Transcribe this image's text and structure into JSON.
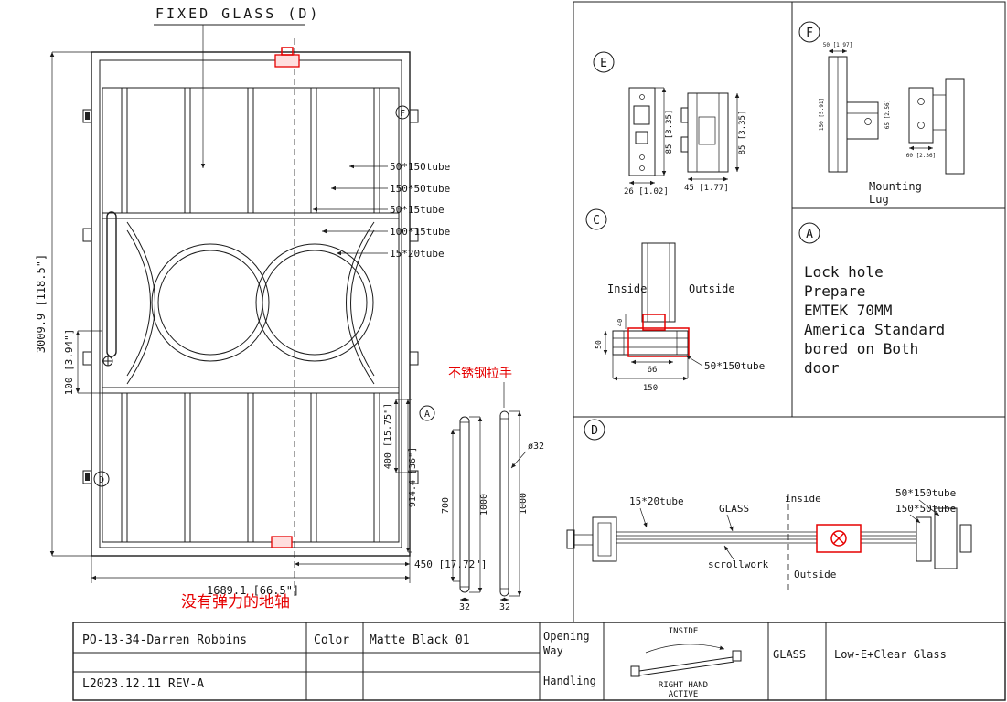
{
  "colors": {
    "line": "#1c1c1c",
    "red": "#e60000"
  },
  "drawing": {
    "title_label": "FIXED GLASS (D)",
    "callouts": [
      "50*150tube",
      "150*50tube",
      "50*15tube",
      "100*15tube",
      "15*20tube"
    ],
    "dims": {
      "height": "3009.9 [118.5\"]",
      "offset100": "100 [3.94\"]",
      "width": "1689.1 [66.5\"]",
      "d450": "450 [17.72\"]",
      "d400": "400 [15.75\"]",
      "d914": "914.4 [36\"]"
    },
    "markers": {
      "f": "F",
      "a": "A",
      "d": "D"
    },
    "handle": {
      "red_note": "不锈钢拉手",
      "dims": {
        "d700": "700",
        "d1000a": "1000",
        "d1000b": "1000",
        "dia": "ø32",
        "w1": "32",
        "w2": "32"
      }
    },
    "pivot_note": "没有弹力的地轴"
  },
  "section_e": {
    "label": "E",
    "dim_85a": "85 [3.35]",
    "dim_85b": "85 [3.35]",
    "dim_26": "26 [1.02]",
    "dim_45": "45 [1.77]"
  },
  "section_c": {
    "label": "C",
    "inside": "Inside",
    "outside": "Outside",
    "dim_40": "40",
    "dim_50": "50",
    "dim_66": "66",
    "dim_150": "150",
    "tube": "50*150tube"
  },
  "section_f": {
    "label": "F",
    "caption_1": "Mounting",
    "caption_2": "Lug",
    "dim_top": "50 [1.97]",
    "dim_left": "150 [5.91]",
    "dim_mid": "65 [2.56]",
    "dim_right": "60 [2.36]"
  },
  "section_a": {
    "label": "A",
    "lines": [
      "Lock hole",
      "Prepare",
      "EMTEK 70MM",
      "America Standard",
      "bored on Both",
      "door"
    ]
  },
  "section_d": {
    "label": "D",
    "tube_15_20": "15*20tube",
    "glass": "GLASS",
    "inside": "inside",
    "tube_50_150": "50*150tube",
    "tube_150_50": "150*50tube",
    "scrollwork": "scrollwork",
    "outside": "Outside"
  },
  "title_block": {
    "project": "PO-13-34-Darren Robbins",
    "revision": "L2023.12.11 REV-A",
    "color_label": "Color",
    "color_value": "Matte Black 01",
    "opening_l1": "Opening",
    "opening_l2": "Way",
    "opening_l3": "Handling",
    "inside_label": "INSIDE",
    "hand_l1": "RIGHT HAND",
    "hand_l2": "ACTIVE",
    "glass_label": "GLASS",
    "glass_value": "Low-E+Clear Glass"
  }
}
